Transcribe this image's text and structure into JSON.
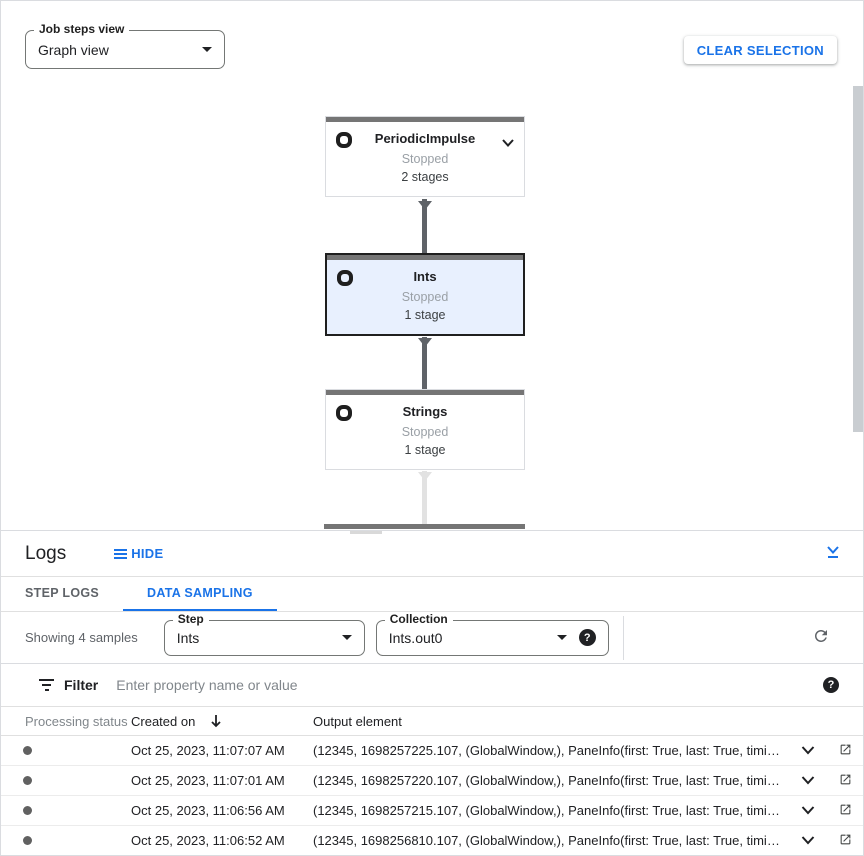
{
  "colors": {
    "accent_blue": "#1a73e8",
    "node_bar_gray": "#757575",
    "selected_node_bg": "#e8f0fe"
  },
  "toolbar": {
    "job_steps_view": {
      "label": "Job steps view",
      "value": "Graph view"
    },
    "clear_selection": "CLEAR SELECTION"
  },
  "graph": {
    "nodes": [
      {
        "title": "PeriodicImpulse",
        "status": "Stopped",
        "stages": "2 stages"
      },
      {
        "title": "Ints",
        "status": "Stopped",
        "stages": "1 stage"
      },
      {
        "title": "Strings",
        "status": "Stopped",
        "stages": "1 stage"
      }
    ]
  },
  "logs": {
    "title": "Logs",
    "hide": "HIDE",
    "tabs": {
      "step_logs": "STEP LOGS",
      "data_sampling": "DATA SAMPLING"
    },
    "sampling": {
      "showing": "Showing 4 samples",
      "step_label": "Step",
      "step_value": "Ints",
      "collection_label": "Collection",
      "collection_value": "Ints.out0",
      "help_glyph": "?"
    },
    "filter": {
      "label": "Filter",
      "placeholder": "Enter property name or value",
      "help_glyph": "?"
    },
    "table": {
      "headers": {
        "status": "Processing status",
        "created": "Created on",
        "output": "Output element"
      },
      "rows": [
        {
          "created": "Oct 25, 2023, 11:07:07 AM",
          "output": "(12345, 1698257225.107, (GlobalWindow,), PaneInfo(first: True, last: True, timing..."
        },
        {
          "created": "Oct 25, 2023, 11:07:01 AM",
          "output": "(12345, 1698257220.107, (GlobalWindow,), PaneInfo(first: True, last: True, timing..."
        },
        {
          "created": "Oct 25, 2023, 11:06:56 AM",
          "output": "(12345, 1698257215.107, (GlobalWindow,), PaneInfo(first: True, last: True, timing..."
        },
        {
          "created": "Oct 25, 2023, 11:06:52 AM",
          "output": "(12345, 1698256810.107, (GlobalWindow,), PaneInfo(first: True, last: True, timing..."
        }
      ]
    }
  }
}
